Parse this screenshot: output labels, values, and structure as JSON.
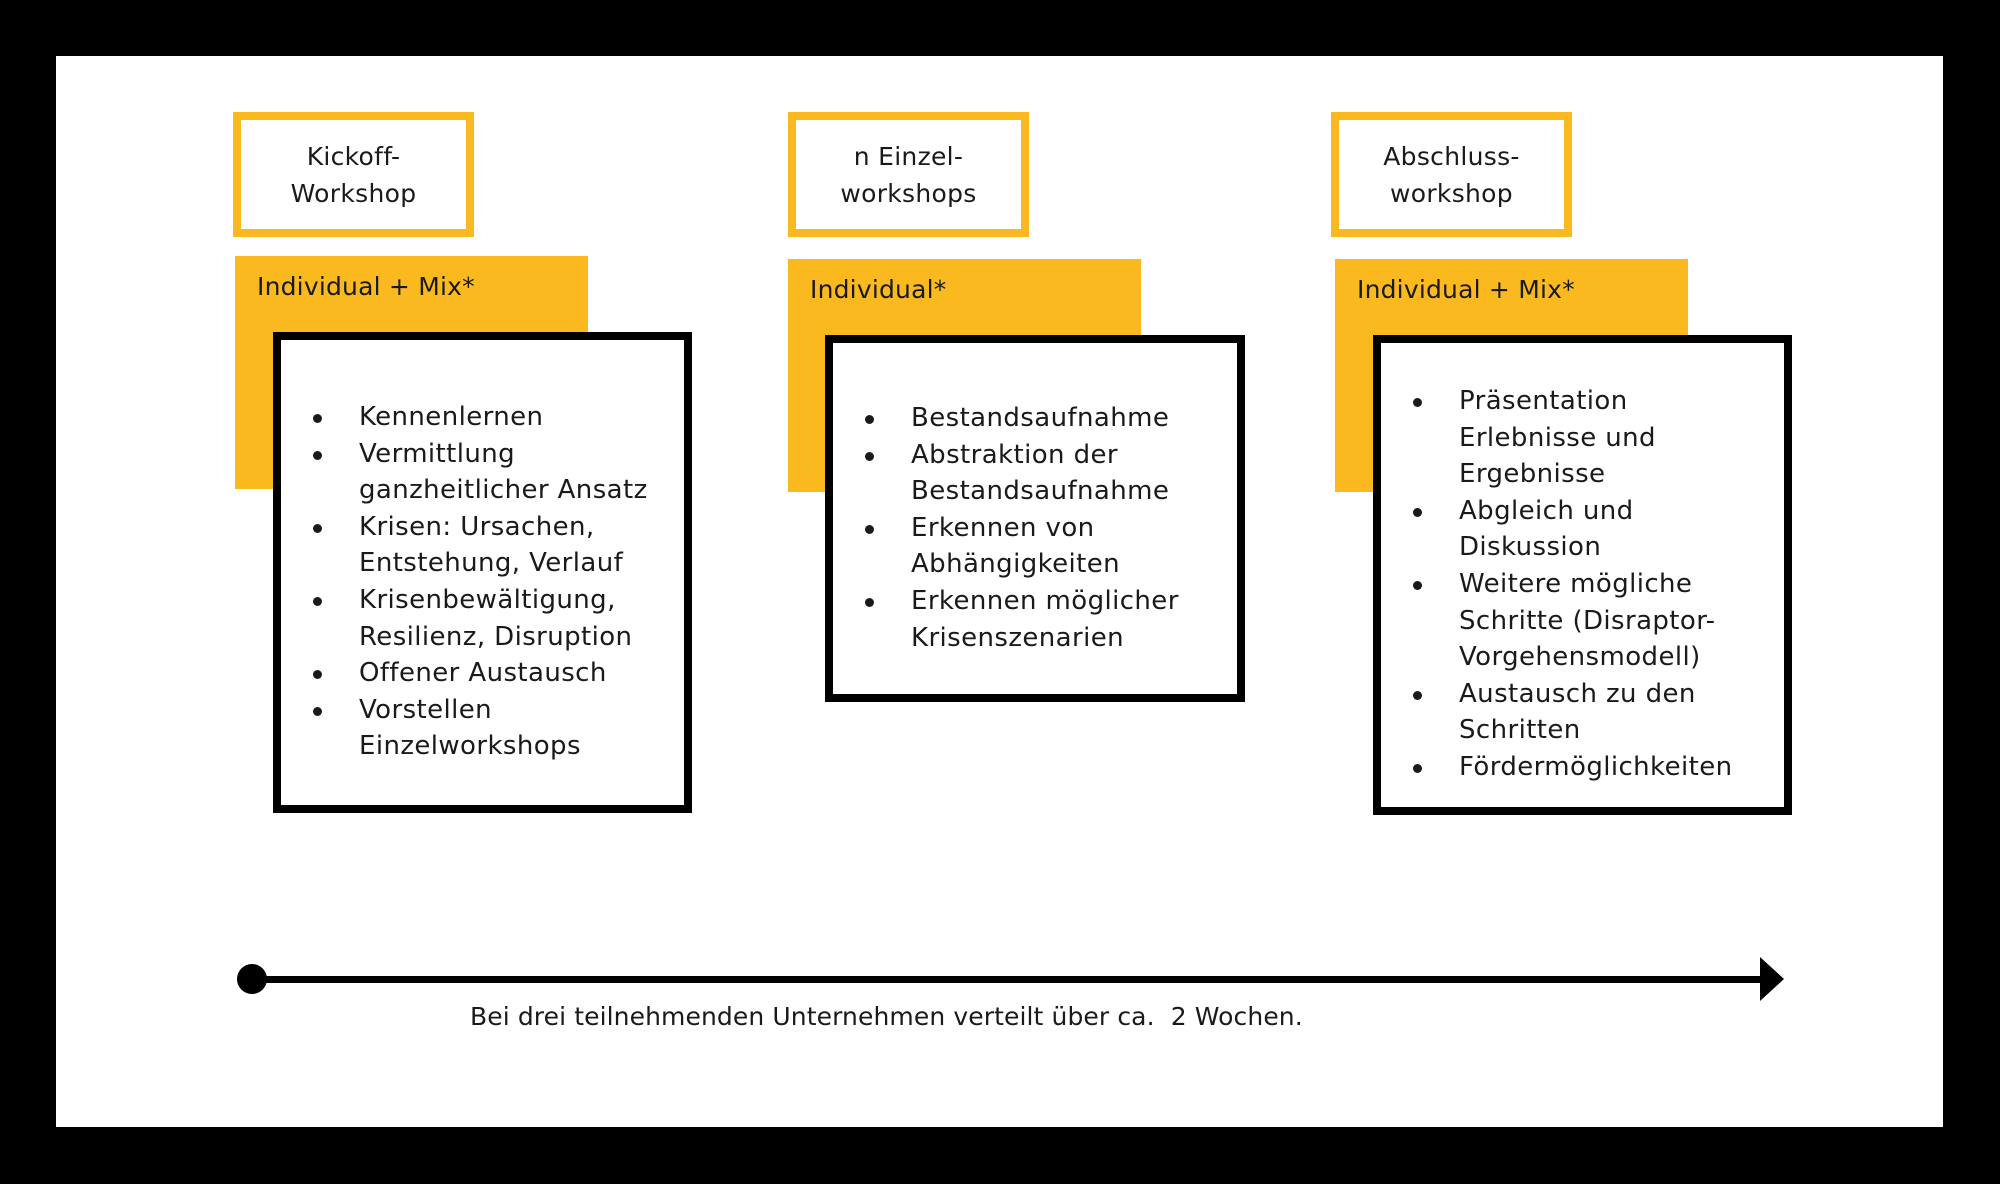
{
  "colors": {
    "accent": "#F9B91F",
    "frame": "#000000",
    "text": "#1a1a1a"
  },
  "phases": [
    {
      "title_lines": [
        "Kickoff-",
        "Workshop"
      ],
      "mode": "Individual + Mix*",
      "items": [
        "Kennenlernen",
        "Vermittlung ganzheitlicher Ansatz",
        "Krisen: Ursachen, Entstehung, Verlauf",
        "Krisenbewältigung, Resilienz, Disruption",
        "Offener Austausch",
        "Vorstellen Einzelworkshops"
      ]
    },
    {
      "title_lines": [
        "n Einzel-",
        "workshops"
      ],
      "mode": "Individual*",
      "items": [
        "Bestandsaufnahme",
        "Abstraktion der Bestandsaufnahme",
        "Erkennen von Abhängigkeiten",
        "Erkennen möglicher Krisenszenarien"
      ]
    },
    {
      "title_lines": [
        "Abschluss-",
        "workshop"
      ],
      "mode": "Individual + Mix*",
      "items": [
        "Präsentation Erlebnisse und Ergebnisse",
        "Abgleich und Diskussion",
        "Weitere mögliche Schritte (Disraptor-Vorgehensmodell)",
        "Austausch zu den Schritten",
        "Fördermöglichkeiten"
      ]
    }
  ],
  "timeline": {
    "caption": "Bei drei teilnehmenden Unternehmen verteilt über ca.  2 Wochen."
  }
}
